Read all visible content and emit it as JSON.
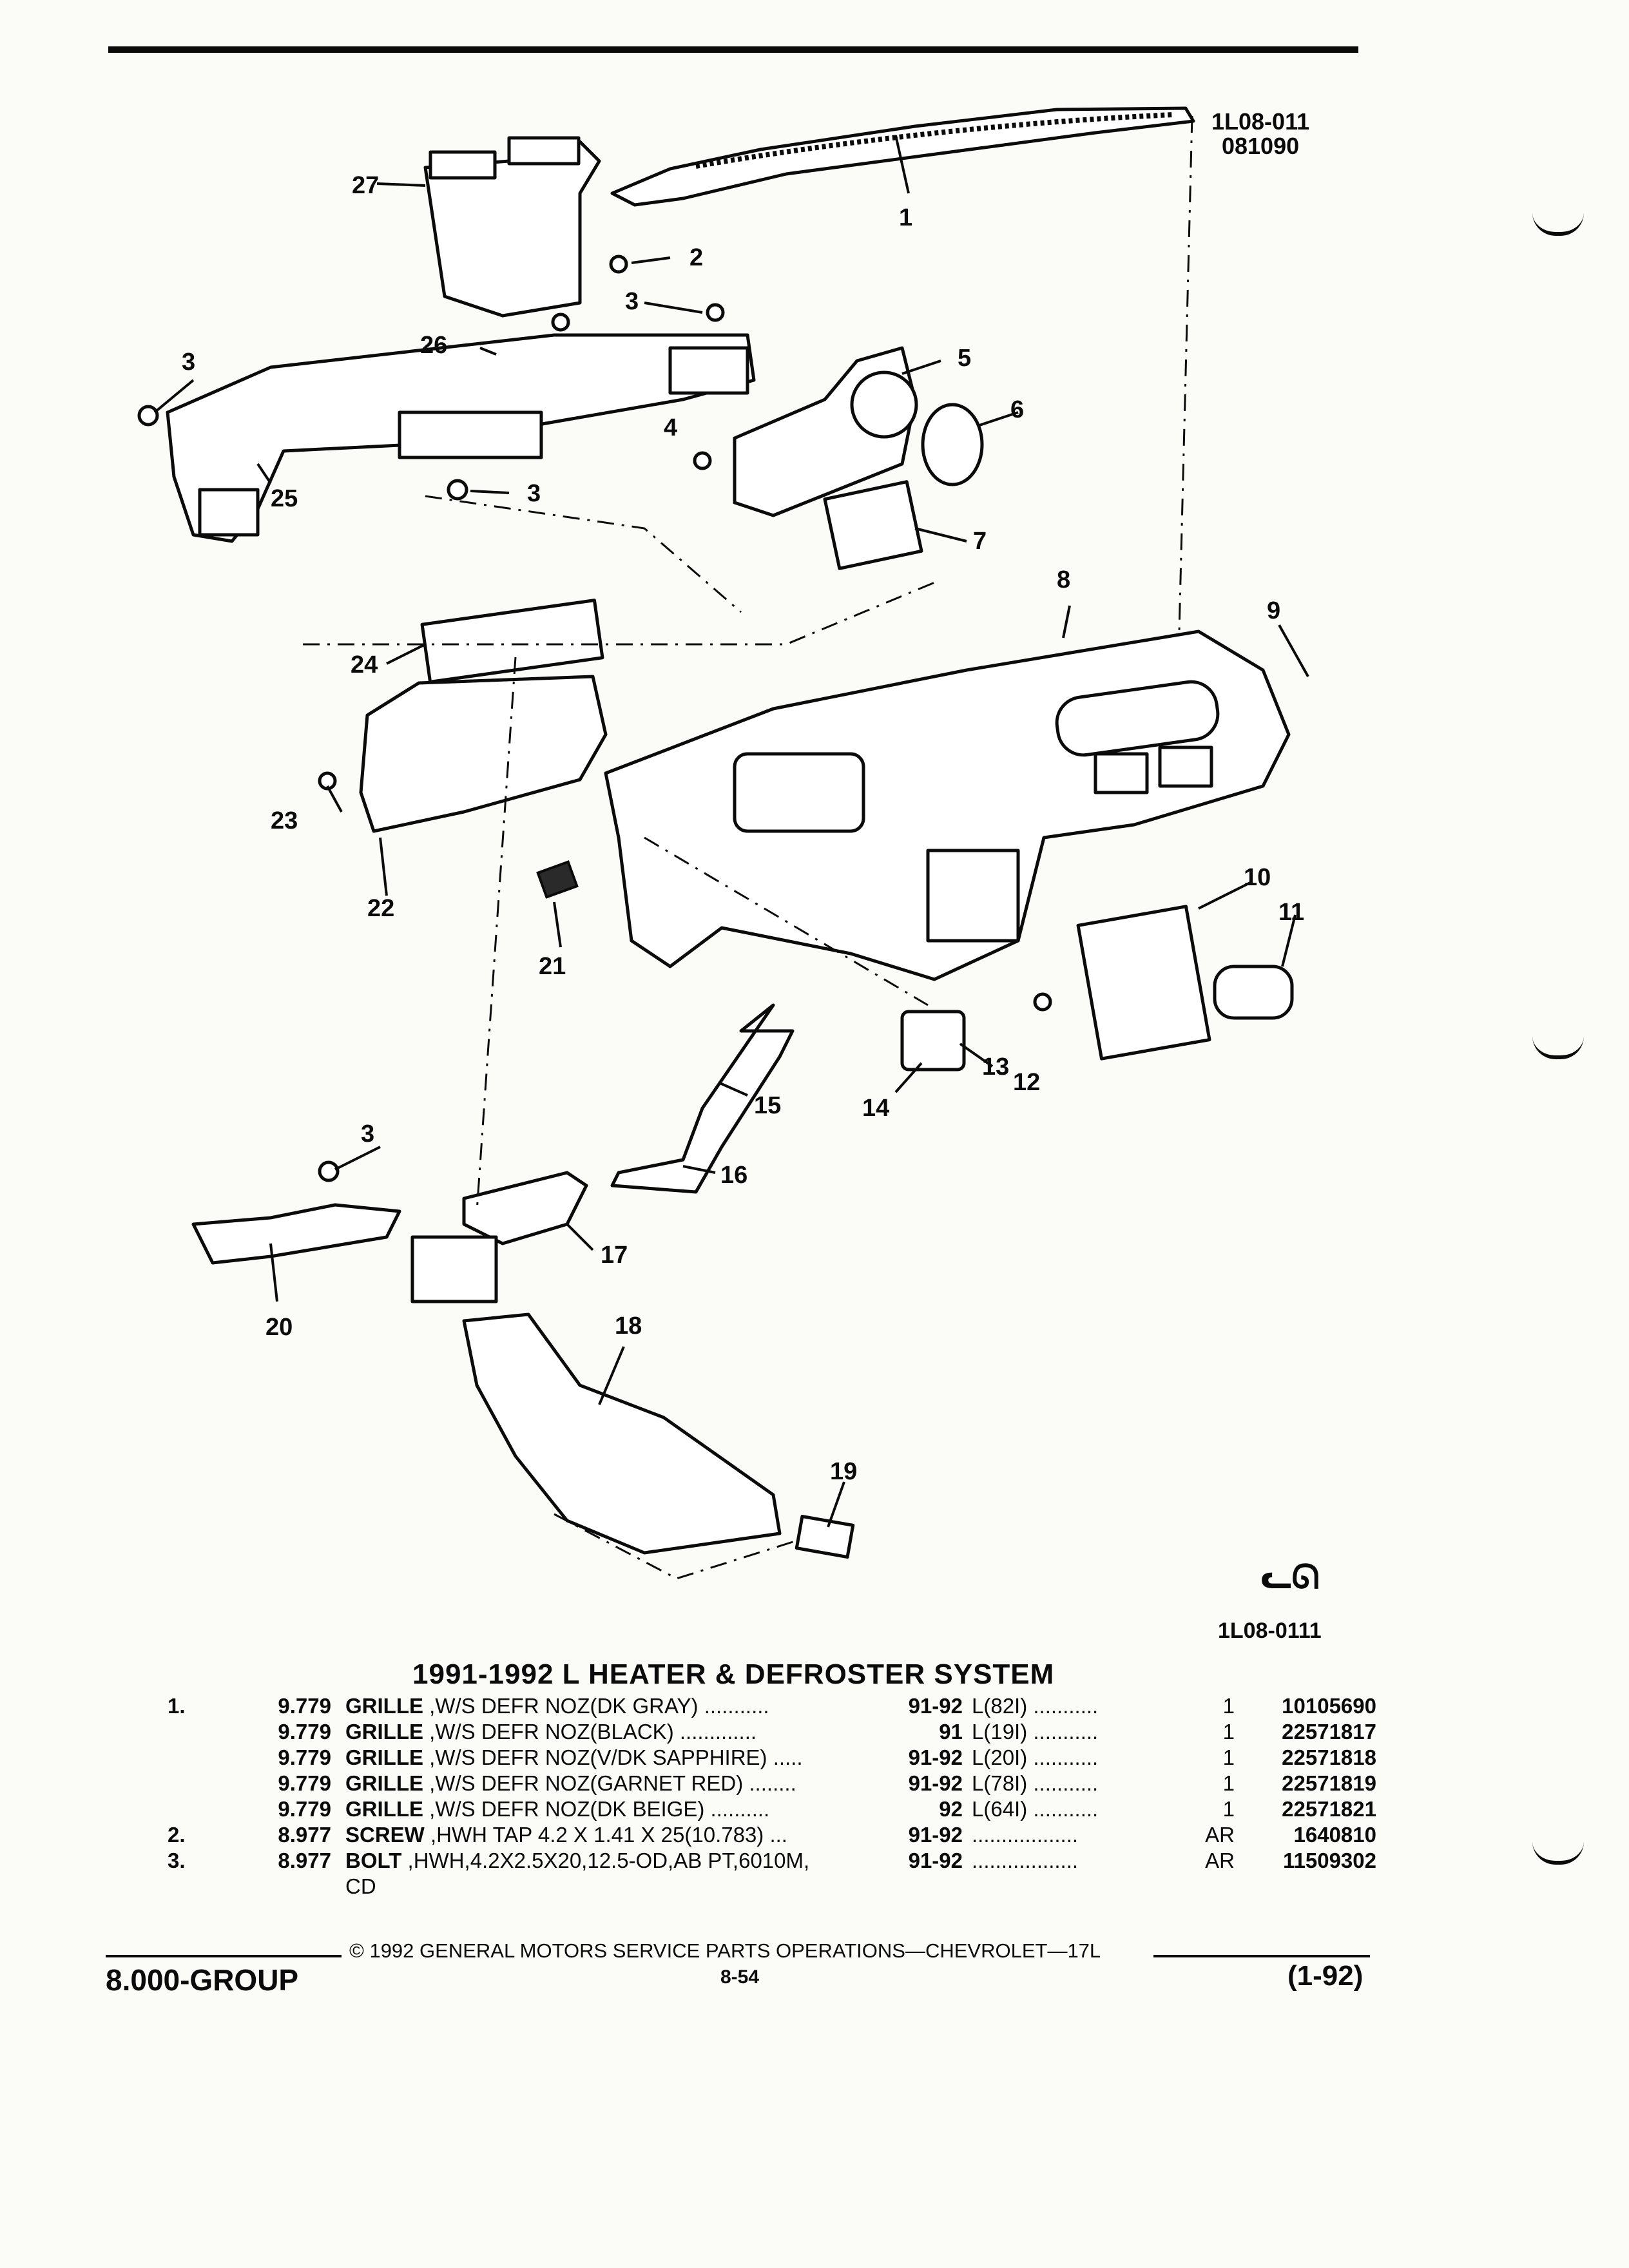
{
  "diagram": {
    "code_line1": "1L08-011",
    "code_line2": "081090",
    "ref_code": "1L08-0111",
    "logo": "ᓚᘏ"
  },
  "callouts": [
    {
      "id": "c1",
      "label": "1"
    },
    {
      "id": "c2",
      "label": "2"
    },
    {
      "id": "c3a",
      "label": "3"
    },
    {
      "id": "c3b",
      "label": "3"
    },
    {
      "id": "c3c",
      "label": "3"
    },
    {
      "id": "c3d",
      "label": "3"
    },
    {
      "id": "c4",
      "label": "4"
    },
    {
      "id": "c5",
      "label": "5"
    },
    {
      "id": "c6",
      "label": "6"
    },
    {
      "id": "c7",
      "label": "7"
    },
    {
      "id": "c8",
      "label": "8"
    },
    {
      "id": "c9",
      "label": "9"
    },
    {
      "id": "c10",
      "label": "10"
    },
    {
      "id": "c11",
      "label": "11"
    },
    {
      "id": "c12",
      "label": "12"
    },
    {
      "id": "c13",
      "label": "13"
    },
    {
      "id": "c14",
      "label": "14"
    },
    {
      "id": "c15",
      "label": "15"
    },
    {
      "id": "c16",
      "label": "16"
    },
    {
      "id": "c17",
      "label": "17"
    },
    {
      "id": "c18",
      "label": "18"
    },
    {
      "id": "c19",
      "label": "19"
    },
    {
      "id": "c20",
      "label": "20"
    },
    {
      "id": "c21",
      "label": "21"
    },
    {
      "id": "c22",
      "label": "22"
    },
    {
      "id": "c23",
      "label": "23"
    },
    {
      "id": "c24",
      "label": "24"
    },
    {
      "id": "c25",
      "label": "25"
    },
    {
      "id": "c26",
      "label": "26"
    },
    {
      "id": "c27",
      "label": "27"
    }
  ],
  "section_title": "1991-1992 L HEATER & DEFROSTER SYSTEM",
  "parts": [
    {
      "item": "1.",
      "code": "9.779",
      "kw": "GRILLE",
      "desc": " ,W/S DEFR NOZ(DK GRAY) ...........",
      "years": "91-92",
      "option": "L(82I) ...........",
      "qty": "1",
      "part": "10105690"
    },
    {
      "item": "",
      "code": "9.779",
      "kw": "GRILLE",
      "desc": " ,W/S DEFR NOZ(BLACK) .............",
      "years": "91",
      "option": "L(19I) ...........",
      "qty": "1",
      "part": "22571817"
    },
    {
      "item": "",
      "code": "9.779",
      "kw": "GRILLE",
      "desc": " ,W/S DEFR NOZ(V/DK SAPPHIRE) .....",
      "years": "91-92",
      "option": "L(20I) ...........",
      "qty": "1",
      "part": "22571818"
    },
    {
      "item": "",
      "code": "9.779",
      "kw": "GRILLE",
      "desc": " ,W/S DEFR NOZ(GARNET RED) ........",
      "years": "91-92",
      "option": "L(78I) ...........",
      "qty": "1",
      "part": "22571819"
    },
    {
      "item": "",
      "code": "9.779",
      "kw": "GRILLE",
      "desc": " ,W/S DEFR NOZ(DK BEIGE) ..........",
      "years": "92",
      "option": "L(64I) ...........",
      "qty": "1",
      "part": "22571821"
    },
    {
      "item": "2.",
      "code": "8.977",
      "kw": "SCREW",
      "desc": " ,HWH TAP 4.2 X 1.41 X 25(10.783) ...",
      "years": "91-92",
      "option": "..................",
      "qty": "AR",
      "part": "1640810"
    },
    {
      "item": "3.",
      "code": "8.977",
      "kw": "BOLT",
      "desc": " ,HWH,4.2X2.5X20,12.5-OD,AB PT,6010M,",
      "years": "91-92",
      "option": "..................",
      "qty": "AR",
      "part": "11509302"
    },
    {
      "item": "",
      "code": "",
      "kw": "",
      "desc": "CD",
      "years": "",
      "option": "",
      "qty": "",
      "part": ""
    }
  ],
  "footer": {
    "copyright": "© 1992 GENERAL MOTORS SERVICE PARTS OPERATIONS—CHEVROLET—17L",
    "group": "8.000-GROUP",
    "page": "8-54",
    "date": "(1-92)"
  }
}
